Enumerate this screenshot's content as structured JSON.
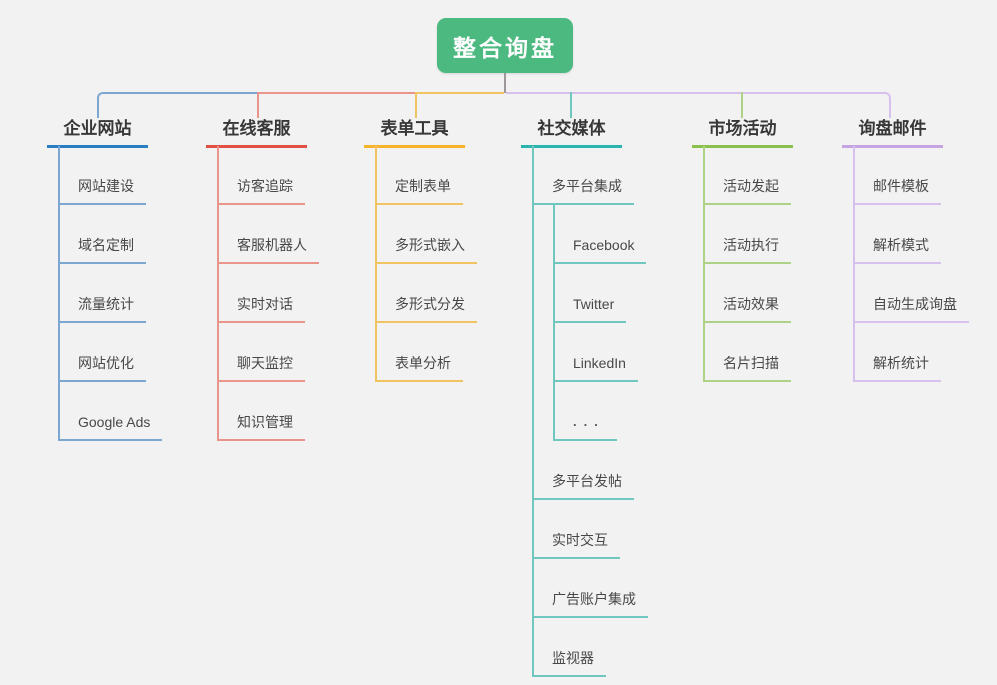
{
  "diagram": {
    "title": "整合询盘 mind map",
    "colors": {
      "background": "#f2f2f3",
      "root_bg": "#4cb980",
      "root_text": "#ffffff",
      "stem": "#9d9898",
      "heading_text": "#373737",
      "child_text": "#484848"
    },
    "root": {
      "label": "整合询盘"
    },
    "branches": [
      {
        "label": "企业网站",
        "color": "#2b7ec3",
        "soft_color": "#7da7d3",
        "children": [
          {
            "label": "网站建设"
          },
          {
            "label": "域名定制"
          },
          {
            "label": "流量统计"
          },
          {
            "label": "网站优化"
          },
          {
            "label": "Google Ads"
          }
        ]
      },
      {
        "label": "在线客服",
        "color": "#e25044",
        "soft_color": "#e9958c",
        "children": [
          {
            "label": "访客追踪"
          },
          {
            "label": "客服机器人"
          },
          {
            "label": "实时对话"
          },
          {
            "label": "聊天监控"
          },
          {
            "label": "知识管理"
          }
        ]
      },
      {
        "label": "表单工具",
        "color": "#f5b42c",
        "soft_color": "#f0c463",
        "children": [
          {
            "label": "定制表单"
          },
          {
            "label": "多形式嵌入"
          },
          {
            "label": "多形式分发"
          },
          {
            "label": "表单分析"
          }
        ]
      },
      {
        "label": "社交媒体",
        "color": "#2cb5ae",
        "soft_color": "#6fc7c0",
        "children": [
          {
            "label": "多平台集成",
            "children": [
              {
                "label": "Facebook"
              },
              {
                "label": "Twitter"
              },
              {
                "label": "LinkedIn"
              },
              {
                "label": "..."
              }
            ]
          },
          {
            "label": "多平台发帖"
          },
          {
            "label": "实时交互"
          },
          {
            "label": "广告账户集成"
          },
          {
            "label": "监视器"
          }
        ]
      },
      {
        "label": "市场活动",
        "color": "#8ac14e",
        "soft_color": "#aed286",
        "children": [
          {
            "label": "活动发起"
          },
          {
            "label": "活动执行"
          },
          {
            "label": "活动效果"
          },
          {
            "label": "名片扫描"
          }
        ]
      },
      {
        "label": "询盘邮件",
        "color": "#c6a3e2",
        "soft_color": "#d6c0ec",
        "children": [
          {
            "label": "邮件模板"
          },
          {
            "label": "解析模式"
          },
          {
            "label": "自动生成询盘"
          },
          {
            "label": "解析统计"
          }
        ]
      }
    ]
  }
}
